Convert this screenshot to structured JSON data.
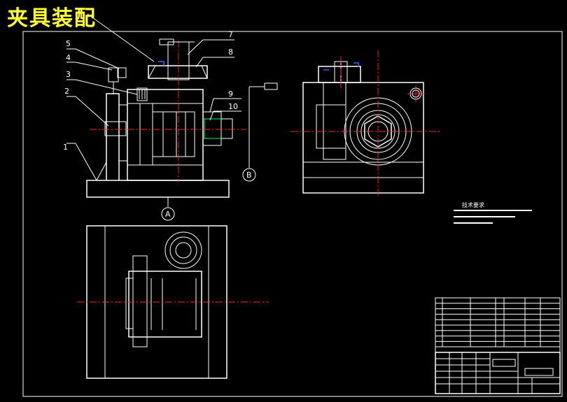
{
  "drawing": {
    "title": "夹具装配",
    "part_numbers": [
      "1",
      "2",
      "3",
      "4",
      "5",
      "7",
      "8",
      "9",
      "10"
    ],
    "section_markers": {
      "a": "A",
      "b": "B"
    },
    "tech_requirements_heading": "技术要求"
  },
  "colors": {
    "background": "#000000",
    "outline": "#ffffff",
    "centerline": "#ff2a2a",
    "title": "#ffff33",
    "highlight_green": "#00ff66",
    "highlight_blue": "#3366ff"
  }
}
